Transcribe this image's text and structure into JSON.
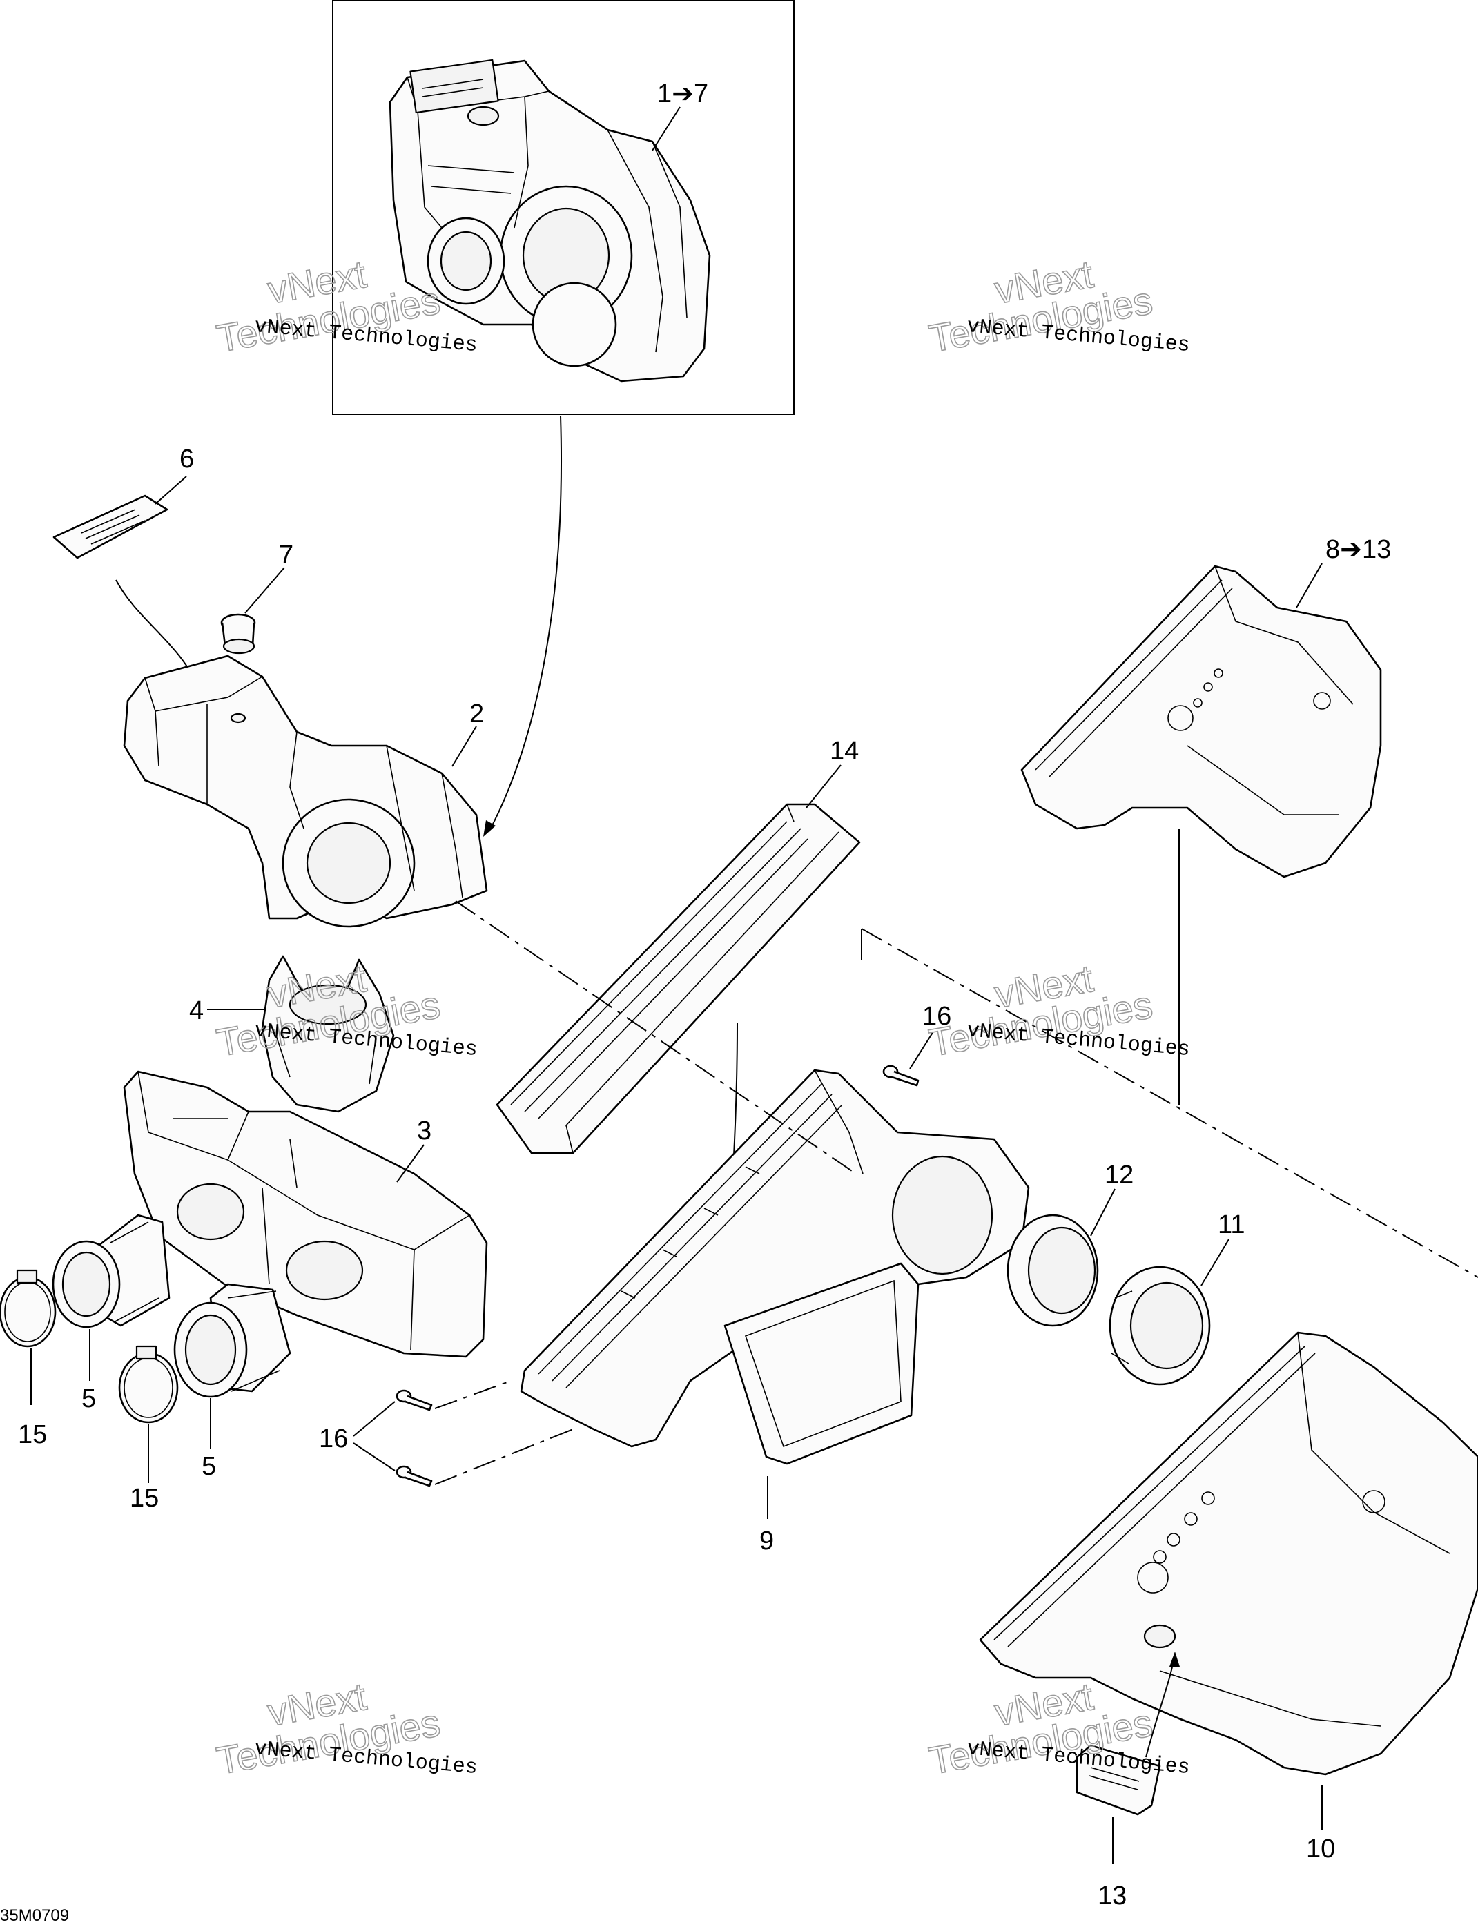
{
  "diagram": {
    "figure_id": "35M0709",
    "callouts": [
      {
        "id": "c-1-7",
        "text": "1➔7"
      },
      {
        "id": "c-6",
        "text": "6"
      },
      {
        "id": "c-7",
        "text": "7"
      },
      {
        "id": "c-2",
        "text": "2"
      },
      {
        "id": "c-14",
        "text": "14"
      },
      {
        "id": "c-8-13",
        "text": "8➔13"
      },
      {
        "id": "c-4",
        "text": "4"
      },
      {
        "id": "c-16a",
        "text": "16"
      },
      {
        "id": "c-3",
        "text": "3"
      },
      {
        "id": "c-12",
        "text": "12"
      },
      {
        "id": "c-11",
        "text": "11"
      },
      {
        "id": "c-5a",
        "text": "5"
      },
      {
        "id": "c-15a",
        "text": "15"
      },
      {
        "id": "c-16b",
        "text": "16"
      },
      {
        "id": "c-5b",
        "text": "5"
      },
      {
        "id": "c-15b",
        "text": "15"
      },
      {
        "id": "c-9",
        "text": "9"
      },
      {
        "id": "c-10",
        "text": "10"
      },
      {
        "id": "c-13",
        "text": "13"
      }
    ],
    "watermark": {
      "line1": "vNext Technologies",
      "line2": "vNext",
      "line3": "Technologies"
    }
  }
}
